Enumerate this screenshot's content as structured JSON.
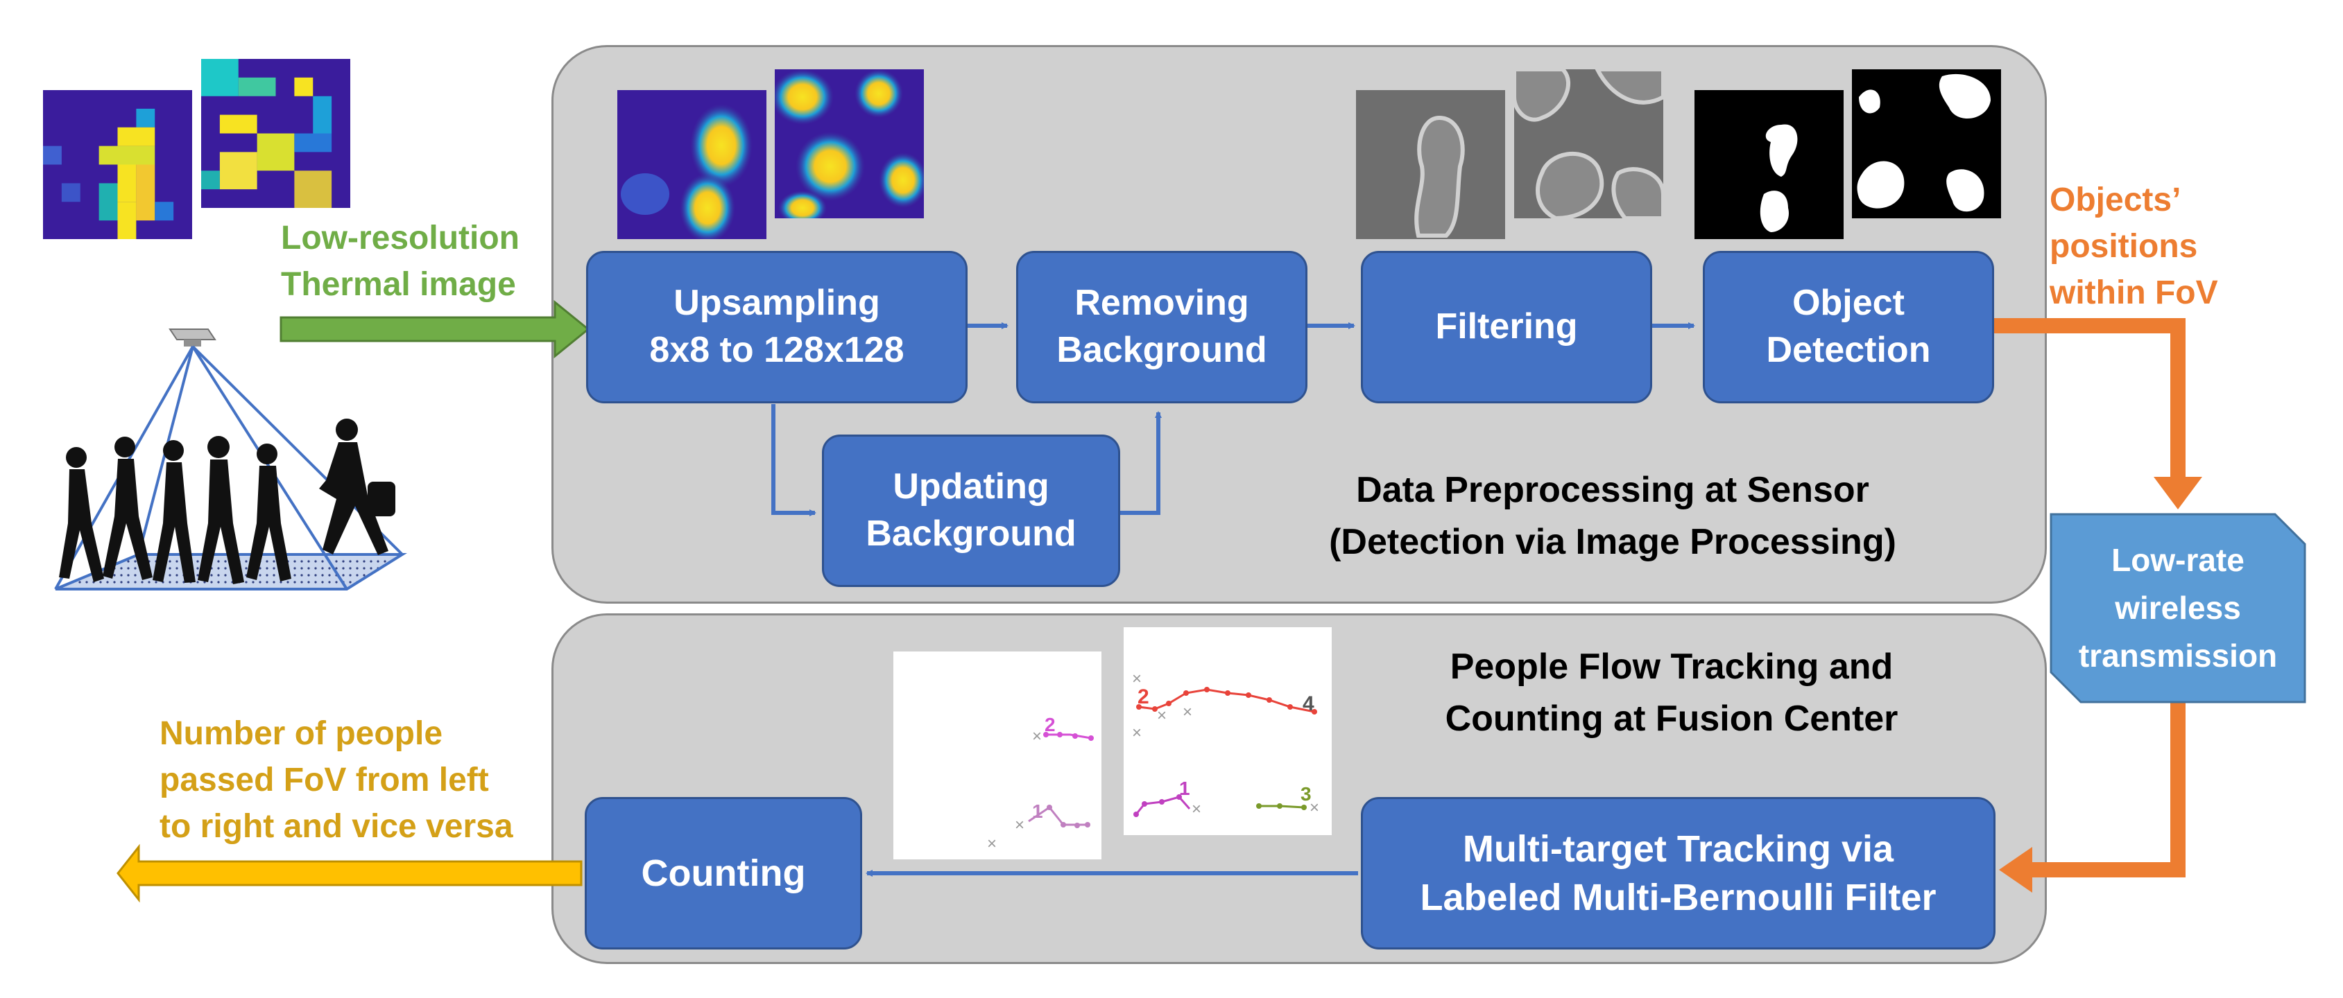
{
  "input_label": [
    "Low-resolution",
    "Thermal image"
  ],
  "output_right_label": [
    "Objects’",
    "positions",
    "within FoV"
  ],
  "output_left_label": [
    "Number of people",
    "passed FoV from left",
    "to right and vice versa"
  ],
  "top_panel": {
    "title": [
      "Data Preprocessing at Sensor",
      "(Detection via Image Processing)"
    ],
    "boxes": {
      "upsampling": [
        "Upsampling",
        "8x8 to 128x128"
      ],
      "removing": [
        "Removing",
        "Background"
      ],
      "filtering": [
        "Filtering"
      ],
      "detection": [
        "Object",
        "Detection"
      ],
      "updating": [
        "Updating",
        "Background"
      ]
    }
  },
  "transmission": [
    "Low-rate",
    "wireless",
    "transmission"
  ],
  "bottom_panel": {
    "title": [
      "People Flow Tracking and",
      "Counting at Fusion Center"
    ],
    "boxes": {
      "tracking": [
        "Multi-target Tracking via",
        "Labeled Multi-Bernoulli Filter"
      ],
      "counting": [
        "Counting"
      ]
    }
  },
  "track_labels": {
    "plot1": [
      "2",
      "1"
    ],
    "plot2": [
      "2",
      "4",
      "1",
      "3"
    ]
  },
  "colors": {
    "box_fill": "#4472c4",
    "panel_fill": "#d0d0d0",
    "green_arrow": "#70ad47",
    "orange_arrow": "#ed7d31",
    "gold_arrow": "#ffc000",
    "gold_text": "#d4a017",
    "transmission_fill": "#5b9bd5"
  },
  "icons": [
    "thermal-grid-image",
    "ceiling-sensor-icon",
    "walking-people-silhouette"
  ]
}
